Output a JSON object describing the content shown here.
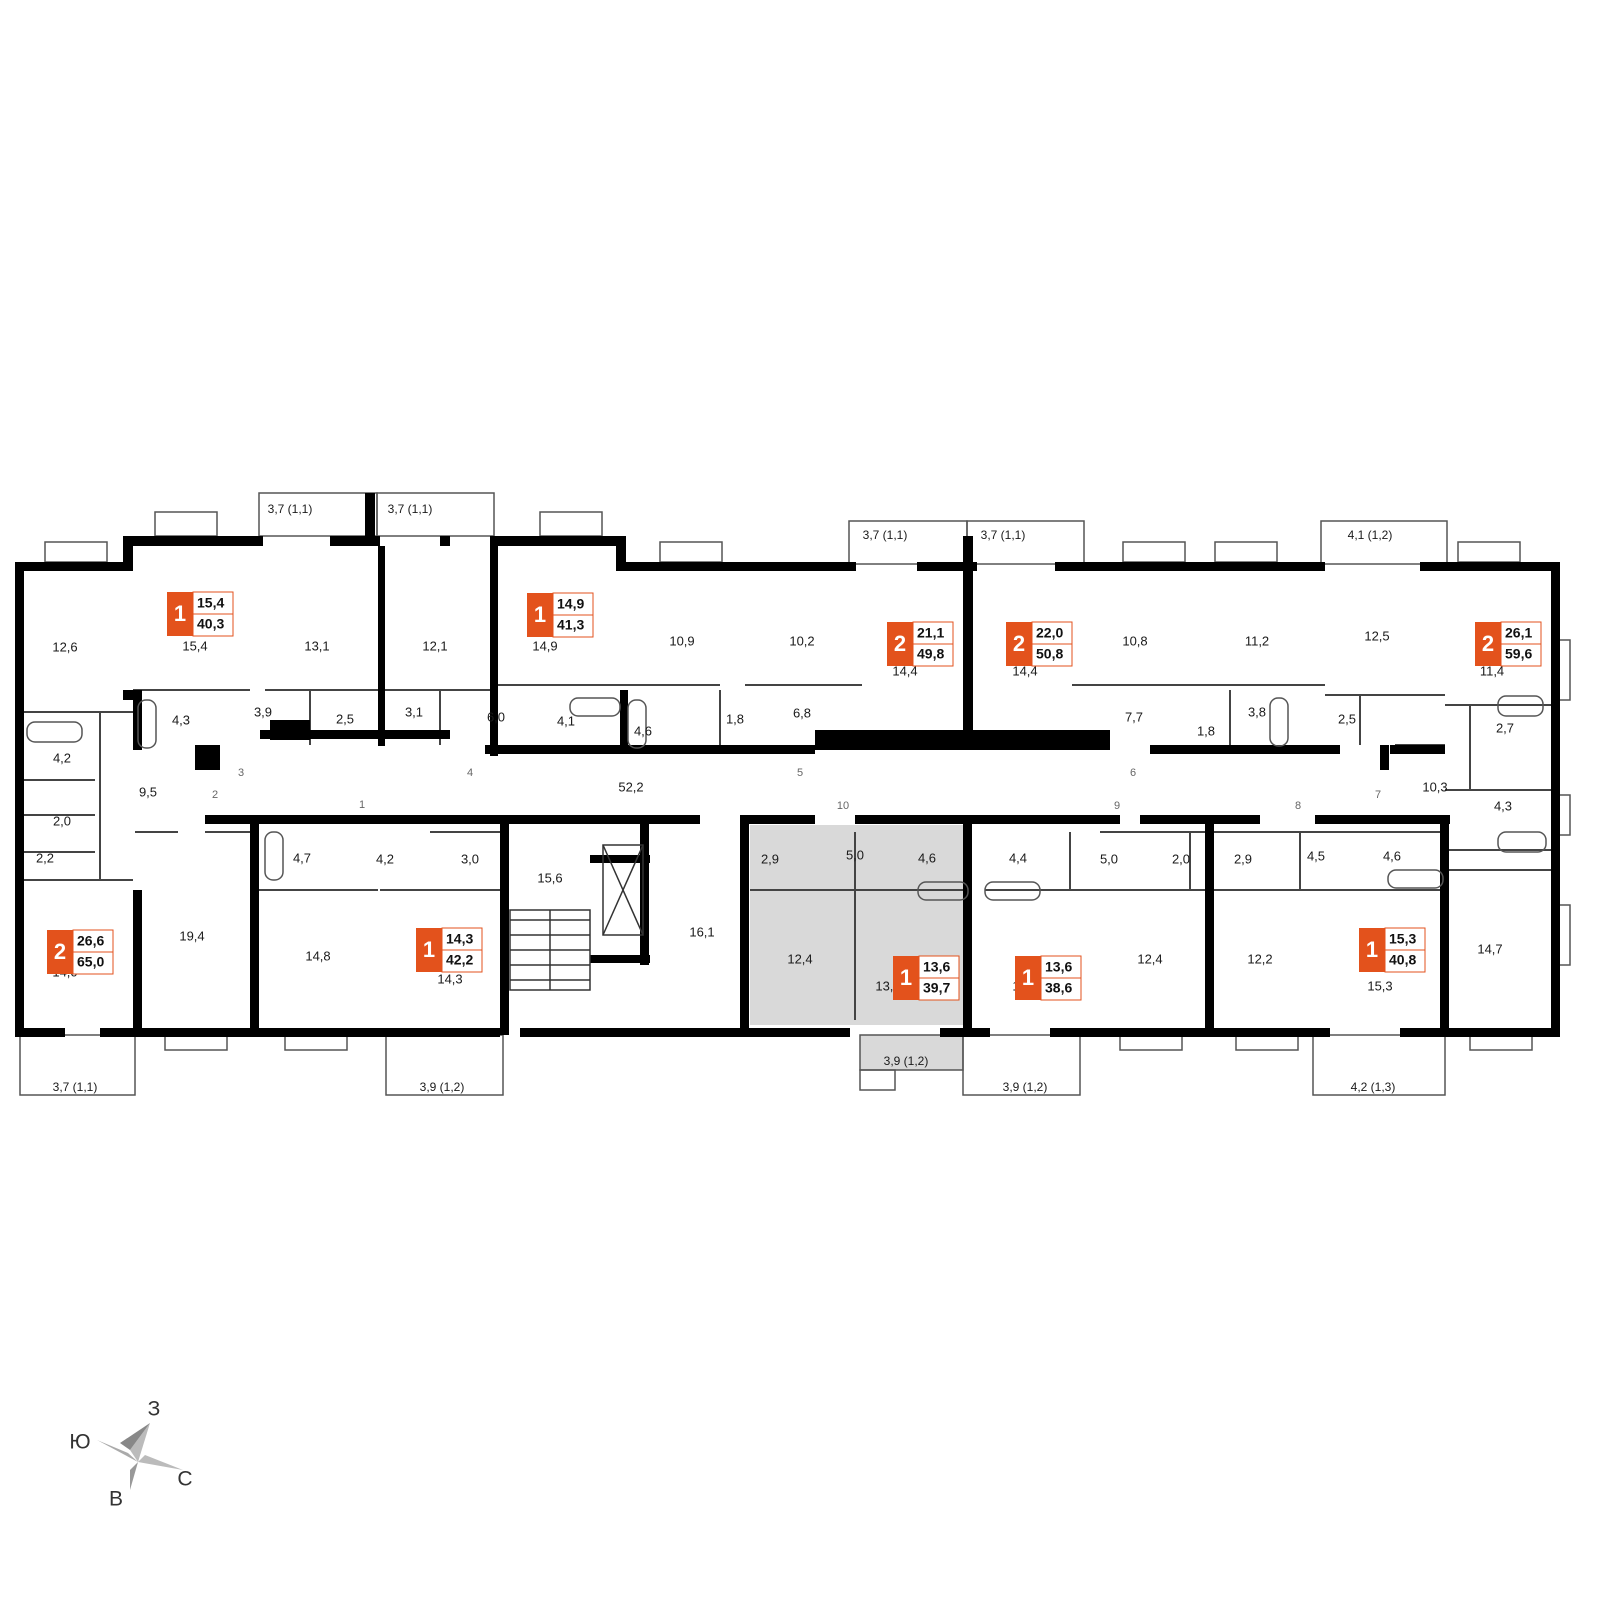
{
  "colors": {
    "accent": "#e3521c",
    "wall": "#000000",
    "highlight": "#d9d9d9",
    "line": "#555555"
  },
  "rooms": [
    "12,6",
    "15,4",
    "13,1",
    "12,1",
    "14,9",
    "10,9",
    "10,2",
    "14,4",
    "14,4",
    "10,8",
    "11,2",
    "12,5",
    "11,4",
    "4,3",
    "3,9",
    "2,5",
    "3,1",
    "6,0",
    "4,1",
    "4,6",
    "1,8",
    "6,8",
    "7,7",
    "1,8",
    "3,8",
    "2,5",
    "2,7",
    "4,2",
    "2,0",
    "2,2",
    "9,5",
    "52,2",
    "10,3",
    "4,3",
    "4,7",
    "4,2",
    "3,0",
    "15,6",
    "16,1",
    "2,9",
    "5,0",
    "4,6",
    "4,4",
    "5,0",
    "2,0",
    "2,9",
    "4,5",
    "4,6",
    "14,0",
    "19,4",
    "14,8",
    "14,3",
    "12,4",
    "13,6",
    "13,6",
    "12,4",
    "12,2",
    "15,3",
    "14,7"
  ],
  "balconies": [
    "3,7 (1,1)",
    "3,7 (1,1)",
    "3,7 (1,1)",
    "3,7 (1,1)",
    "4,1 (1,2)",
    "3,7 (1,1)",
    "3,9 (1,2)",
    "3,9 (1,2)",
    "3,9 (1,2)",
    "4,2 (1,3)"
  ],
  "doors": [
    "1",
    "2",
    "3",
    "4",
    "5",
    "6",
    "7",
    "8",
    "9",
    "10"
  ],
  "badges": [
    {
      "rooms": "1",
      "living": "15,4",
      "total": "40,3"
    },
    {
      "rooms": "1",
      "living": "14,9",
      "total": "41,3"
    },
    {
      "rooms": "2",
      "living": "21,1",
      "total": "49,8"
    },
    {
      "rooms": "2",
      "living": "22,0",
      "total": "50,8"
    },
    {
      "rooms": "2",
      "living": "26,1",
      "total": "59,6"
    },
    {
      "rooms": "2",
      "living": "26,6",
      "total": "65,0"
    },
    {
      "rooms": "1",
      "living": "14,3",
      "total": "42,2"
    },
    {
      "rooms": "1",
      "living": "13,6",
      "total": "39,7"
    },
    {
      "rooms": "1",
      "living": "13,6",
      "total": "38,6"
    },
    {
      "rooms": "1",
      "living": "15,3",
      "total": "40,8"
    }
  ],
  "compass": {
    "north": "З",
    "east": "С",
    "south": "В",
    "west": "Ю"
  }
}
